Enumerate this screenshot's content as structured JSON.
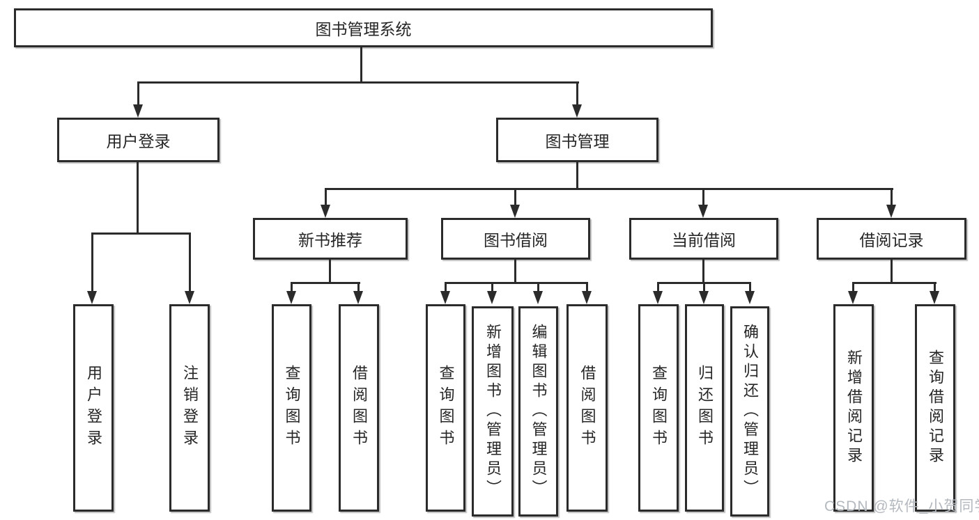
{
  "diagram": {
    "root": {
      "label": "图书管理系统"
    },
    "branches": [
      {
        "label": "用户登录",
        "children": [
          {
            "label": "用户登录"
          },
          {
            "label": "注销登录"
          }
        ]
      },
      {
        "label": "图书管理",
        "children": [
          {
            "label": "新书推荐",
            "children": [
              {
                "label": "查询图书"
              },
              {
                "label": "借阅图书"
              }
            ]
          },
          {
            "label": "图书借阅",
            "children": [
              {
                "label": "查询图书"
              },
              {
                "label": "新增图书（管理员）"
              },
              {
                "label": "编辑图书（管理员）"
              },
              {
                "label": "借阅图书"
              }
            ]
          },
          {
            "label": "当前借阅",
            "children": [
              {
                "label": "查询图书"
              },
              {
                "label": "归还图书"
              },
              {
                "label": "确认归还（管理员）"
              }
            ]
          },
          {
            "label": "借阅记录",
            "children": [
              {
                "label": "新增借阅记录"
              },
              {
                "label": "查询借阅记录"
              }
            ]
          }
        ]
      }
    ]
  },
  "watermark": {
    "text": "CSDN @软件_小贺同学"
  },
  "colors": {
    "line": "#2b2b2b",
    "box_border": "#2b2b2b",
    "text": "#262626",
    "watermark": "#b4b9bf",
    "background": "#ffffff"
  }
}
